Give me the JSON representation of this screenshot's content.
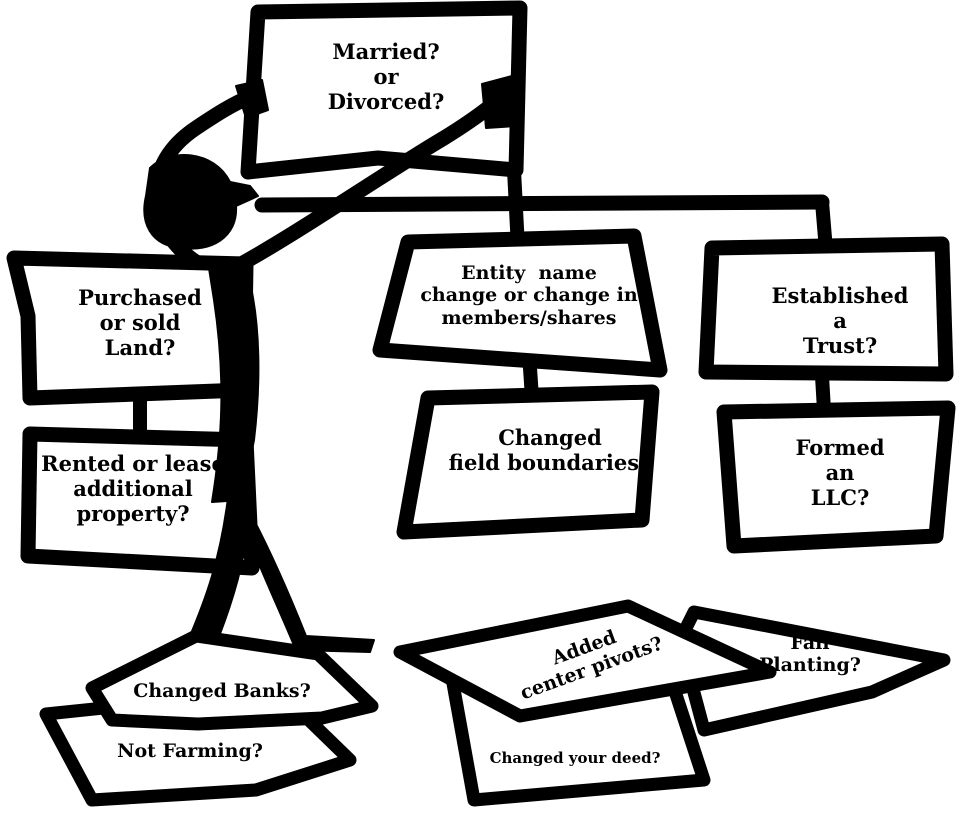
{
  "boxes": {
    "married": {
      "lines": [
        "Married?",
        "or",
        "Divorced?"
      ]
    },
    "purchased": {
      "lines": [
        "Purchased",
        "or sold",
        "Land?"
      ]
    },
    "entity": {
      "lines": [
        "Entity  name",
        "change or change in",
        "members/shares"
      ]
    },
    "trust": {
      "lines": [
        "Established",
        "a",
        "Trust?"
      ]
    },
    "rented": {
      "lines": [
        "Rented or lease",
        "additional",
        "property?"
      ]
    },
    "field": {
      "lines": [
        "Changed",
        "field boundaries?"
      ]
    },
    "llc": {
      "lines": [
        "Formed",
        "an",
        "LLC?"
      ]
    },
    "banks": {
      "lines": [
        "Changed Banks?"
      ]
    },
    "notfarming": {
      "lines": [
        "Not Farming?"
      ]
    },
    "pivots": {
      "lines": [
        "Added",
        "center pivots?"
      ]
    },
    "fall": {
      "lines": [
        "Fall",
        "Planting?"
      ]
    },
    "deed": {
      "lines": [
        "Changed your deed?"
      ]
    }
  },
  "colors": {
    "ink": "#000000",
    "paper": "#ffffff"
  },
  "figure": {
    "type": "stick-person-holding-sign"
  }
}
